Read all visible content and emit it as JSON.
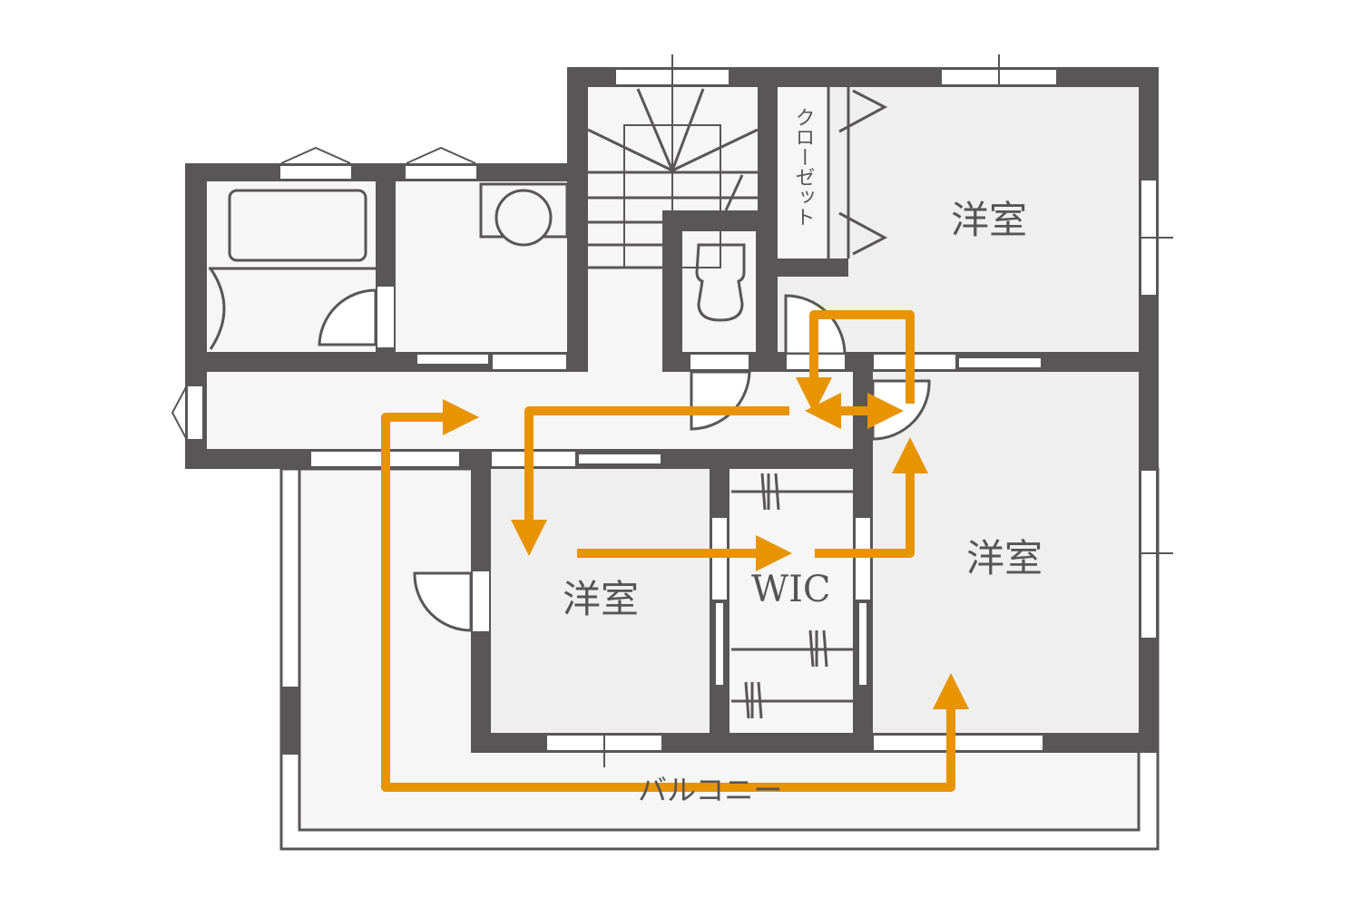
{
  "rooms": {
    "upper_right": "洋室",
    "lower_right": "洋室",
    "lower_left": "洋室",
    "wic": "WIC",
    "closet": "クローゼット",
    "balcony": "バルコニー"
  },
  "colors": {
    "wall": "#595657",
    "route": "#E89300",
    "room": "#EEEEEE",
    "floor": "#F6F6F6"
  }
}
